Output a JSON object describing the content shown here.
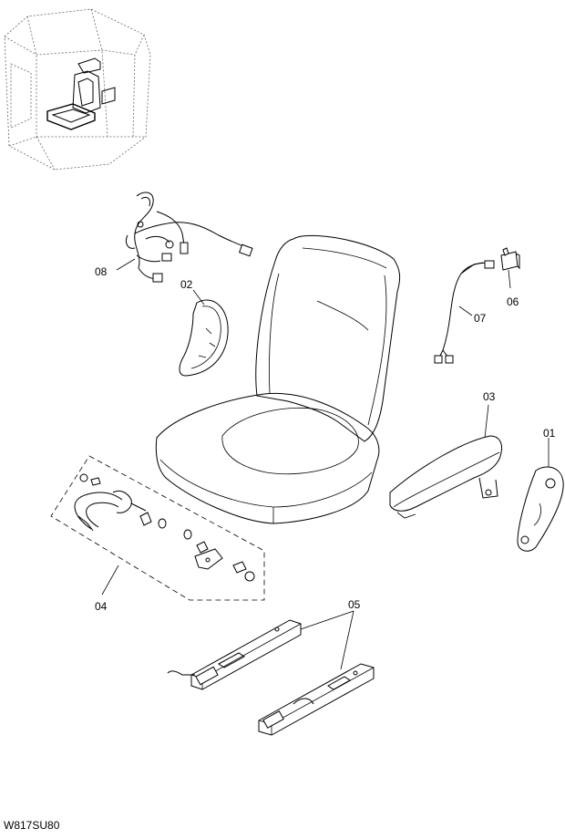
{
  "figure_code": "W817SU80",
  "callouts": [
    {
      "id": "01"
    },
    {
      "id": "02"
    },
    {
      "id": "03"
    },
    {
      "id": "04"
    },
    {
      "id": "05"
    },
    {
      "id": "06"
    },
    {
      "id": "07"
    },
    {
      "id": "08"
    }
  ]
}
